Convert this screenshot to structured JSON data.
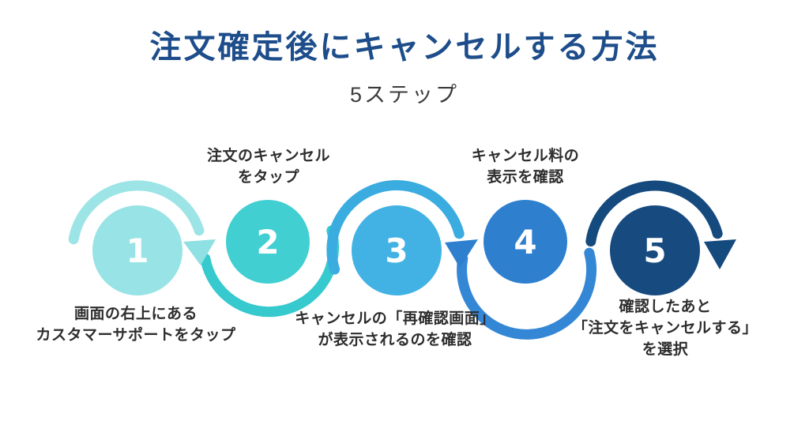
{
  "title": {
    "text": "注文確定後にキャンセルする方法",
    "color": "#1d4d8a"
  },
  "subtitle": {
    "text": "5ステップ",
    "color": "#3c3c3c"
  },
  "background_color": "#ffffff",
  "label_color": "#2d2d2d",
  "steps": [
    {
      "number": "1",
      "circle_color": "#97e3e5",
      "arc_color": "#9de4e6",
      "arrow_color": "#8fe0e3",
      "label_position": "below",
      "label_lines": [
        "画面の右上にある",
        "カスタマーサポートをタップ"
      ]
    },
    {
      "number": "2",
      "circle_color": "#41cfd2",
      "arc_color": "#36c9cd",
      "label_position": "above",
      "label_lines": [
        "注文のキャンセル",
        "をタップ"
      ]
    },
    {
      "number": "3",
      "circle_color": "#41b2e3",
      "arc_color": "#3aace0",
      "arrow_color": "#2e80cf",
      "label_position": "below",
      "label_lines": [
        "キャンセルの「再確認画面」",
        "が表示されるのを確認"
      ]
    },
    {
      "number": "4",
      "circle_color": "#2e80cf",
      "arc_color": "#3487d5",
      "label_position": "above",
      "label_lines": [
        "キャンセル料の",
        "表示を確認"
      ]
    },
    {
      "number": "5",
      "circle_color": "#174b80",
      "arc_color": "#154a7e",
      "arrow_color": "#154a7e",
      "label_position": "below",
      "label_lines": [
        "確認したあと",
        "「注文をキャンセルする」",
        "を選択"
      ]
    }
  ]
}
